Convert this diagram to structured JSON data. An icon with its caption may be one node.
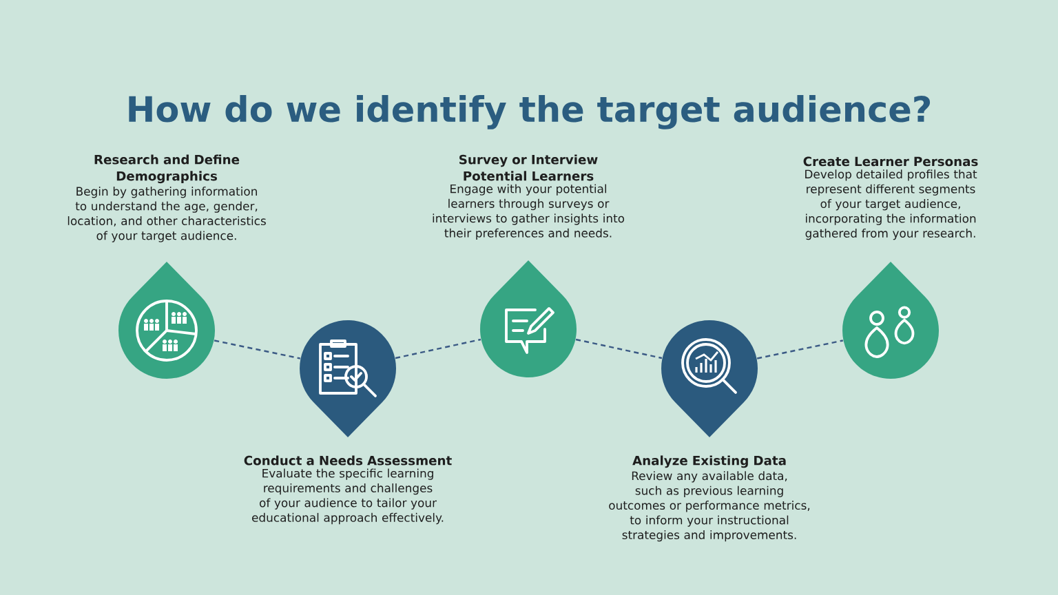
{
  "diagram": {
    "title": "How do we identify the target audience?",
    "nodes": [
      {
        "text": [
          "Research and Define Demographics",
          "Begin by gathering information to understand the age, gender, location, and other characteristics of your target audience."
        ]
      },
      {
        "text": [
          "Conduct a Needs Assessment",
          "Evaluate the specific learning requirements and challenges of your audience to tailor your educational approach effectively."
        ]
      },
      {
        "text": [
          "Survey or Interview Potential Learners",
          "Engage with your potential learners through surveys or interviews to gather insights into their preferences and needs."
        ]
      },
      {
        "text": [
          "Analyze Existing Data",
          "Review any available data, such as previous learning outcomes or performance metrics, to inform your instructional strategies and improvements."
        ]
      },
      {
        "text": [
          "Create Learner Personas",
          "Develop detailed profiles that represent different segments of your target audience, incorporating the information gathered from your research."
        ]
      }
    ],
    "edges": [
      {
        "from": 0,
        "to": 1,
        "arrow": "none",
        "style": "dashed"
      },
      {
        "from": 1,
        "to": 2,
        "arrow": "none",
        "style": "dashed"
      },
      {
        "from": 2,
        "to": 3,
        "arrow": "none",
        "style": "dashed"
      },
      {
        "from": 3,
        "to": 4,
        "arrow": "none",
        "style": "dashed"
      }
    ]
  }
}
